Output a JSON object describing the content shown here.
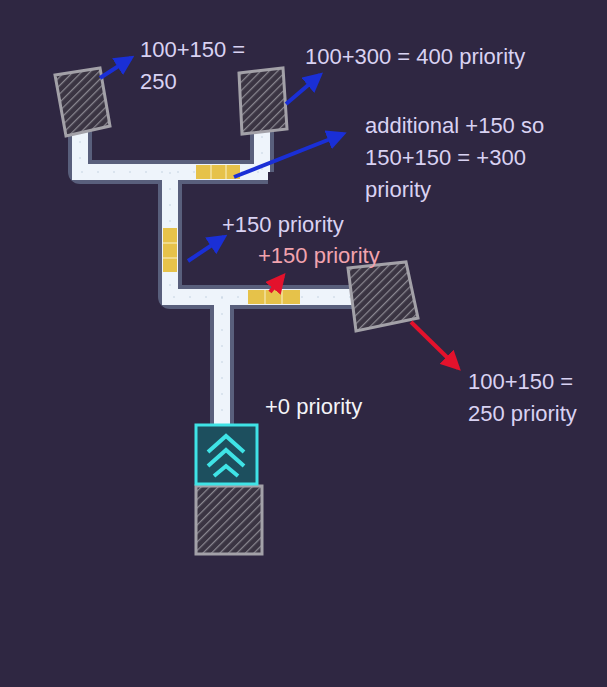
{
  "diagram": {
    "labels": [
      "100+150 = 250",
      "100+300 = 400 priority",
      "additional +150 so 150+150 = +300 priority",
      "+150 priority",
      "+150 priority",
      "100+150 = 250 priority",
      "+0 priority"
    ]
  }
}
